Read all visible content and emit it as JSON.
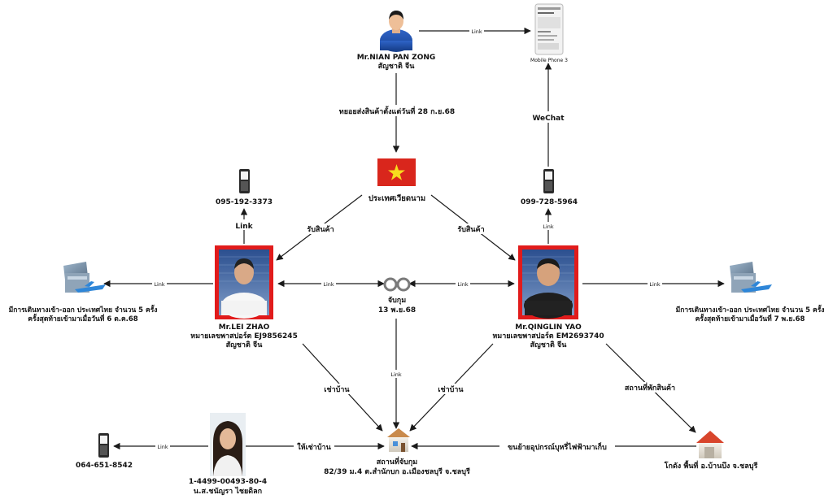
{
  "nodes": {
    "nian": {
      "name": "Mr.NIAN PAN ZONG",
      "nationality": "สัญชาติ จีน"
    },
    "mobile3": {
      "label": "Mobile Phone 3"
    },
    "vietnam": {
      "label": "ประเทศเวียดนาม",
      "flag_color": "#d9261c",
      "star_color": "#f7dd1e"
    },
    "phone_lei": {
      "number": "095-192-3373"
    },
    "phone_qing": {
      "number": "099-728-5964"
    },
    "lei": {
      "name": "Mr.LEI ZHAO",
      "passport": "หมายเลขพาสปอร์ต EJ9856245",
      "nationality": "สัญชาติ จีน",
      "frame_color": "#e11b1b"
    },
    "qing": {
      "name": "Mr.QINGLIN YAO",
      "passport": "หมายเลขพาสปอร์ต EM2693740",
      "nationality": "สัญชาติ จีน",
      "frame_color": "#e11b1b"
    },
    "arrest": {
      "line1": "จับกุม",
      "line2": "13 พ.ย.68"
    },
    "travel_left": {
      "line1": "มีการเดินทางเข้า-ออก ประเทศไทย จำนวน 5 ครั้ง",
      "line2": "ครั้งสุดท้ายเข้ามาเมื่อวันที่ 6 ต.ค.68"
    },
    "travel_right": {
      "line1": "มีการเดินทางเข้า-ออก ประเทศไทย จำนวน 5 ครั้ง",
      "line2": "ครั้งสุดท้ายเข้ามาเมื่อวันที่ 7 พ.ย.68"
    },
    "arrest_site": {
      "line1": "สถานที่จับกุม",
      "line2": "82/39 ม.4 ต.สำนักบก อ.เมืองชลบุรี จ.ชลบุรี"
    },
    "warehouse": {
      "label": "โกดัง พื้นที่ อ.บ้านบึง จ.ชลบุรี"
    },
    "woman": {
      "id": "1-4499-00493-80-4",
      "name": "น.ส.ชนัญรา ไชยดิลก"
    },
    "phone_woman": {
      "number": "064-651-8542"
    }
  },
  "edges": {
    "link": "Link",
    "send_goods": "ทยอยส่งสินค้าตั้งแต่วันที่ 28 ก.ย.68",
    "wechat": "WeChat",
    "receive_left": "รับสินค้า",
    "receive_right": "รับสินค้า",
    "rent_left": "เช่าบ้าน",
    "rent_right": "เช่าบ้าน",
    "let_rent": "ให้เช่าบ้าน",
    "store_goods": "สถานที่พักสินค้า",
    "move_equipment": "ขนย้ายอุปกรณ์บุหรี่ไฟฟ้ามาเก็บ"
  }
}
